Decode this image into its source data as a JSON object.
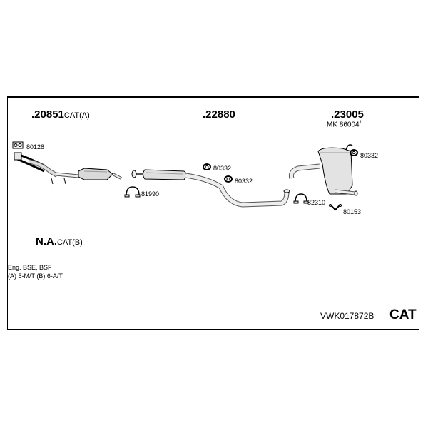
{
  "main_parts": [
    {
      "number": ".20851",
      "suffix": "CAT(A)"
    },
    {
      "number": ".22880",
      "suffix": ""
    },
    {
      "number": ".23005",
      "suffix": ""
    }
  ],
  "mk_label": "MK  86004",
  "mk_superscript": "1",
  "na_label": {
    "number": "N.A.",
    "suffix": "CAT(B)"
  },
  "small_parts": [
    "80128",
    "81990",
    "80332",
    "80332",
    "80332",
    "82310",
    "80153"
  ],
  "engine_info": {
    "line1": "Eng. BSE, BSF",
    "line2": "(A) 5-M/T (B) 6-A/T"
  },
  "article_code": "VWK017872B",
  "cat_label": "CAT"
}
